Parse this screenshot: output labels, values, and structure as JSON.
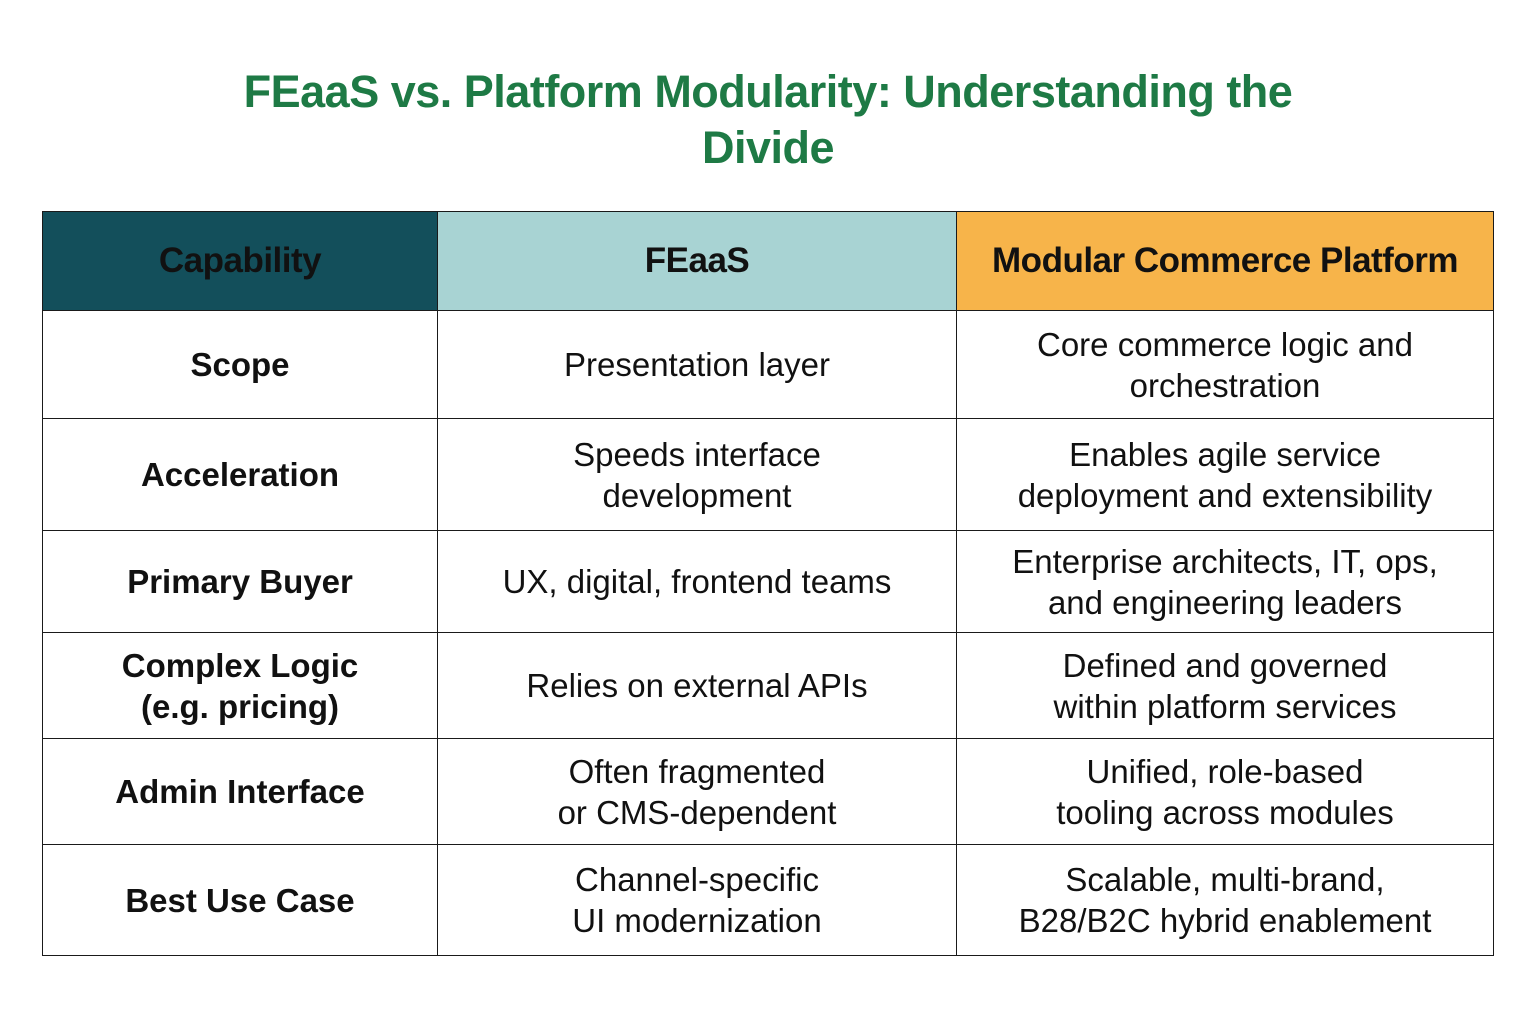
{
  "title": {
    "line1": "FEaaS vs. Platform Modularity: Understanding the",
    "line2": "Divide"
  },
  "colors": {
    "title": "#1e7a45",
    "header_capability": "#134f5b",
    "header_feaas": "#a8d3d3",
    "header_platform": "#f7b44a"
  },
  "table": {
    "headers": [
      "Capability",
      "FEaaS",
      "Modular Commerce Platform"
    ],
    "rows": [
      {
        "capability": [
          "Scope"
        ],
        "feaas": [
          "Presentation layer"
        ],
        "platform": [
          "Core commerce logic and",
          "orchestration"
        ]
      },
      {
        "capability": [
          "Acceleration"
        ],
        "feaas": [
          "Speeds interface",
          "development"
        ],
        "platform": [
          "Enables agile service",
          "deployment and extensibility"
        ]
      },
      {
        "capability": [
          "Primary Buyer"
        ],
        "feaas": [
          "UX, digital, frontend teams"
        ],
        "platform": [
          "Enterprise architects, IT, ops,",
          "and engineering leaders"
        ]
      },
      {
        "capability": [
          "Complex Logic",
          "(e.g. pricing)"
        ],
        "feaas": [
          "Relies on external APIs"
        ],
        "platform": [
          "Defined and governed",
          "within platform services"
        ]
      },
      {
        "capability": [
          "Admin Interface"
        ],
        "feaas": [
          "Often fragmented",
          "or CMS-dependent"
        ],
        "platform": [
          "Unified, role-based",
          "tooling across modules"
        ]
      },
      {
        "capability": [
          "Best Use Case"
        ],
        "feaas": [
          "Channel-specific",
          "UI modernization"
        ],
        "platform": [
          "Scalable, multi-brand,",
          "B28/B2C hybrid enablement"
        ]
      }
    ]
  }
}
